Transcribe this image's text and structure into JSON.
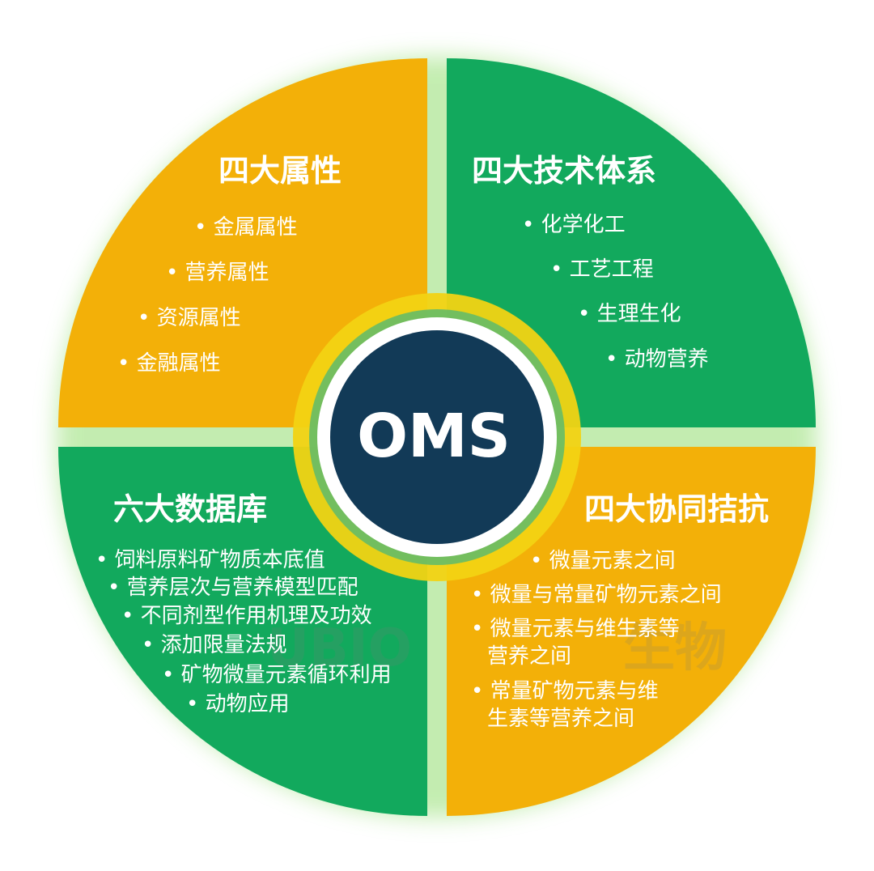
{
  "center": {
    "label": "OMS"
  },
  "quadrants": [
    {
      "id": "top-left",
      "title": "四大属性",
      "color": "#F3B008",
      "items": [
        "金属属性",
        "营养属性",
        "资源属性",
        "金融属性"
      ]
    },
    {
      "id": "top-right",
      "title": "四大技术体系",
      "color": "#12A95D",
      "items": [
        "化学化工",
        "工艺工程",
        "生理生化",
        "动物营养"
      ]
    },
    {
      "id": "bottom-left",
      "title": "六大数据库",
      "color": "#12A95D",
      "items": [
        "饲料原料矿物质本底值",
        "营养层次与营养模型匹配",
        "不同剂型作用机理及功效",
        "添加限量法规",
        "矿物微量元素循环利用",
        "动物应用"
      ]
    },
    {
      "id": "bottom-right",
      "title": "四大协同拮抗",
      "color": "#F3B008",
      "items": [
        "微量元素之间",
        "微量与常量矿物元素之间",
        "微量元素与维生素等",
        "营养之间",
        "常量矿物元素与维",
        "生素等营养之间"
      ]
    }
  ],
  "watermark": {
    "latin": "UBIO",
    "cjk": "生物"
  },
  "colors": {
    "yellow": "#F3B008",
    "green": "#12A95D",
    "navy": "#123A57",
    "glow": "#C9F0B8"
  }
}
